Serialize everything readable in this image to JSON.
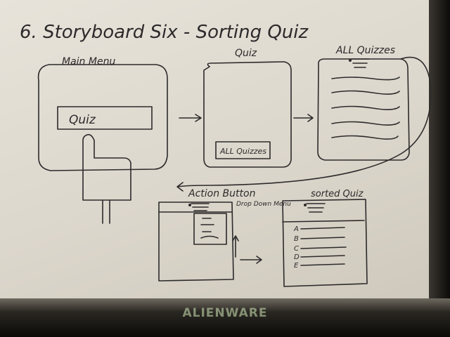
{
  "sketch": {
    "title": "6. Storyboard Six - Sorting Quiz",
    "frames": {
      "main_menu": {
        "label": "Main Menu",
        "button": "Quiz"
      },
      "quiz": {
        "label": "Quiz",
        "button": "ALL Quizzes"
      },
      "all_quizzes": {
        "label": "ALL Quizzes"
      },
      "action_button": {
        "label": "Action Button",
        "note": "Drop Down Menu"
      },
      "sorted_quiz": {
        "label": "sorted Quiz",
        "letters": [
          "A",
          "B",
          "C",
          "D",
          "E"
        ]
      }
    }
  },
  "monitor_logo": "ALIENWARE",
  "ink_color": "#2c2a2b"
}
